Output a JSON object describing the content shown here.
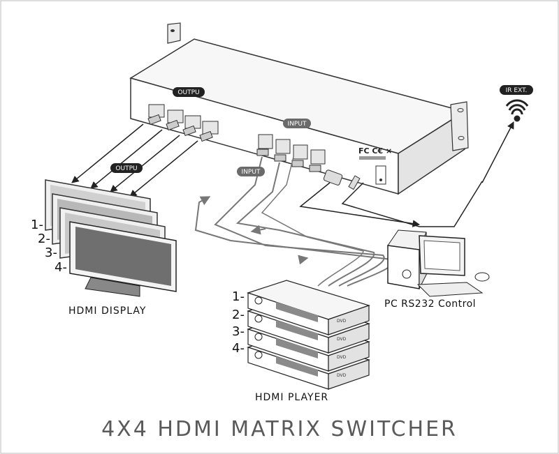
{
  "labels": {
    "output_top": "OUTPU",
    "output_mid": "OUTPU",
    "input_top": "INPUT",
    "input_mid": "INPUT",
    "ir_ext": "IR EXT.",
    "display_numbers": [
      "1-",
      "2-",
      "3-",
      "4-"
    ],
    "player_numbers": [
      "1-",
      "2-",
      "3-",
      "4-"
    ],
    "hdmi_display": "HDMI DISPLAY",
    "pc_control": "PC RS232 Control",
    "hdmi_player": "HDMI PLAYER",
    "dvd_badge": "DVD"
  },
  "title": "4X4  HDMI MATRIX SWITCHER"
}
